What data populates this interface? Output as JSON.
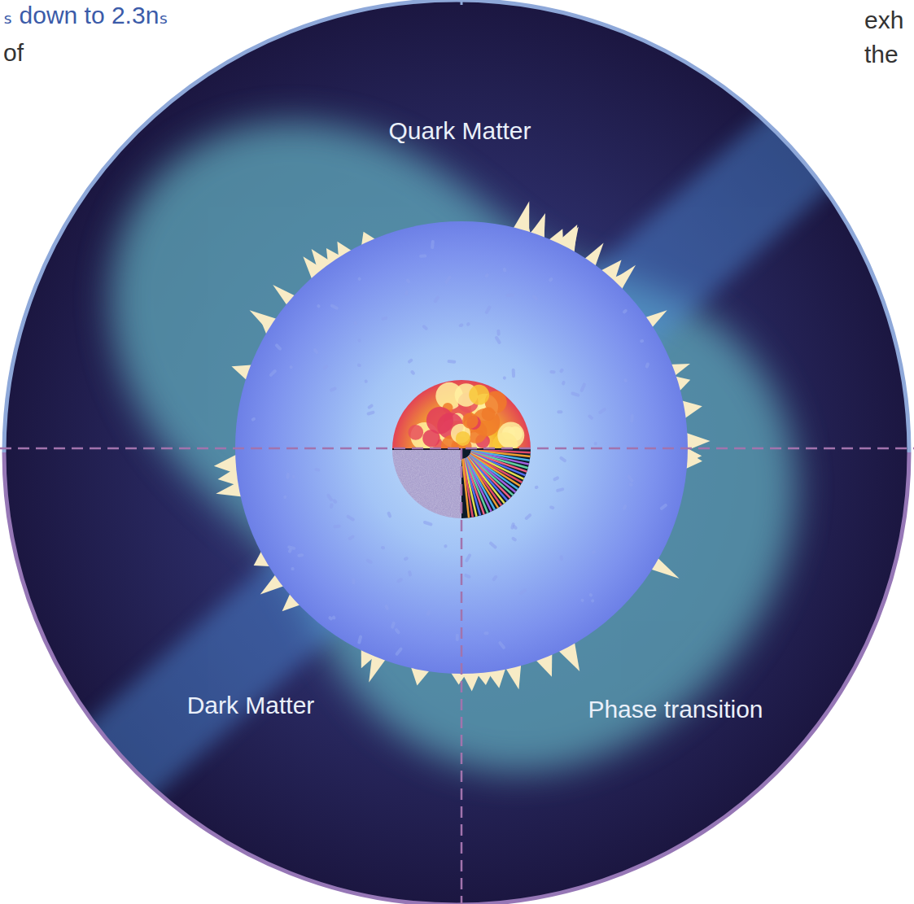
{
  "diagram": {
    "labels": [
      "ₛ down to 2.3nₛ",
      "of",
      "exh",
      "the",
      "Quark Matter",
      "Dark Matter",
      "Phase transition"
    ]
  }
}
